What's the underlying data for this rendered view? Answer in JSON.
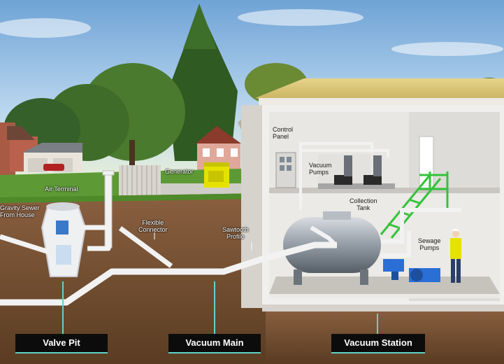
{
  "labels": {
    "gravity_sewer": "Gravity Sewer\nFrom House",
    "air_terminal": "Air Terminal",
    "generator": "Generator",
    "flexible_connector": "Flexible\nConnector",
    "sawtooth_profile": "Sawtooth\nProfile",
    "control_panel": "Control\nPanel",
    "vacuum_pumps": "Vacuum\nPumps",
    "collection_tank": "Collection\nTank",
    "sewage_pumps": "Sewage\nPumps"
  },
  "bars": {
    "valve_pit": "Valve Pit",
    "vacuum_main": "Vacuum Main",
    "vacuum_station": "Vacuum Station"
  },
  "colors": {
    "accent": "#5fd3c8",
    "bar_bg": "#0c0c0c",
    "pipe": "#f2f2f2",
    "soil": "#7a5434",
    "grass": "#4f8a2e",
    "sky": "#9cc4e6",
    "stair_green": "#35c23a",
    "pump_blue": "#2a6fd6",
    "generator_yellow": "#e6e200"
  }
}
